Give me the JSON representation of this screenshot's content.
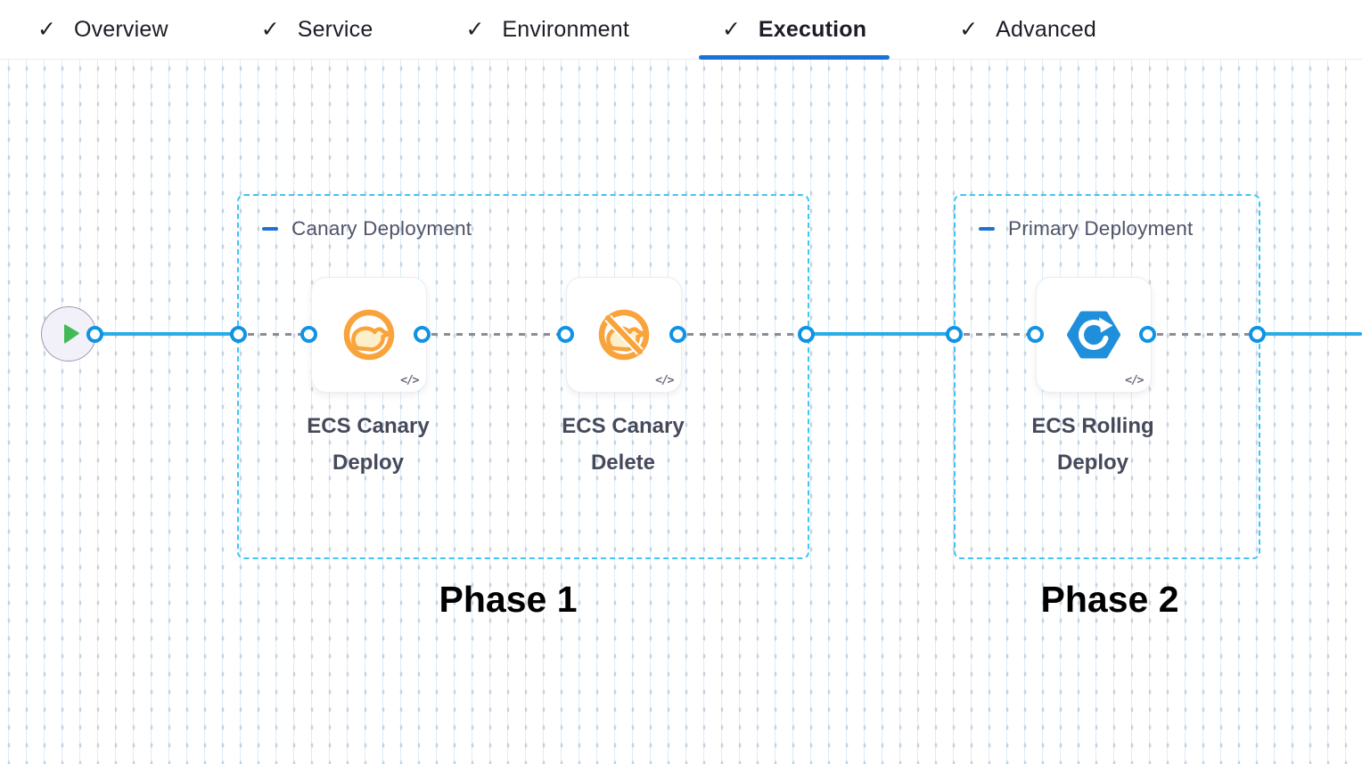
{
  "header": {
    "tabs": [
      {
        "check": "✓",
        "label": "Overview",
        "active": false
      },
      {
        "check": "✓",
        "label": "Service",
        "active": false
      },
      {
        "check": "✓",
        "label": "Environment",
        "active": false
      },
      {
        "check": "✓",
        "label": "Execution",
        "active": true
      },
      {
        "check": "✓",
        "label": "Advanced",
        "active": false
      }
    ]
  },
  "canvas": {
    "start_node": {
      "icon": "play-icon"
    },
    "groups": [
      {
        "title": "Canary Deployment",
        "phase": "Phase 1",
        "steps": [
          {
            "name": "ECS Canary Deploy",
            "icon": "canary-deploy-icon",
            "code_badge": "</>"
          },
          {
            "name": "ECS Canary Delete",
            "icon": "canary-delete-icon",
            "code_badge": "</>"
          }
        ]
      },
      {
        "title": "Primary Deployment",
        "phase": "Phase 2",
        "steps": [
          {
            "name": "ECS Rolling Deploy",
            "icon": "ecs-rolling-deploy-icon",
            "code_badge": "</>"
          }
        ]
      }
    ]
  },
  "colors": {
    "flow_line": "#2aace7",
    "node_ring": "#0f93e3",
    "group_border": "#41c4f1",
    "tab_underline": "#1a73d4",
    "canary_orange": "#f9a33c",
    "ecs_blue": "#1f8fdb",
    "play_green": "#42ba57",
    "grid_dot": "#c9d1dd"
  }
}
